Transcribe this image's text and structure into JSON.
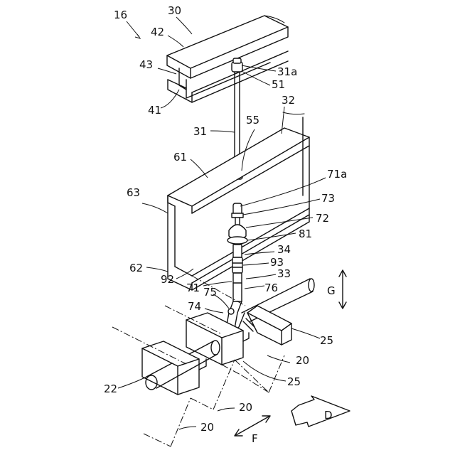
{
  "labels": {
    "l16": "16",
    "l30": "30",
    "l42": "42",
    "l43": "43",
    "l41": "41",
    "l31a": "31a",
    "l51": "51",
    "l32": "32",
    "l55": "55",
    "l31": "31",
    "l61": "61",
    "l71a": "71a",
    "l63": "63",
    "l73": "73",
    "l72": "72",
    "l81": "81",
    "l34": "34",
    "l62": "62",
    "l93": "93",
    "l92": "92",
    "l33": "33",
    "l71": "71",
    "l75": "75",
    "l76": "76",
    "l74": "74",
    "lG": "G",
    "l25a": "25",
    "l20a": "20",
    "l22": "22",
    "l25b": "25",
    "l20b": "20",
    "lD": "D",
    "l20c": "20",
    "lF": "F"
  },
  "arrows": {
    "G": "vertical double arrow",
    "F": "diagonal double arrow",
    "D": "hollow block arrow"
  }
}
